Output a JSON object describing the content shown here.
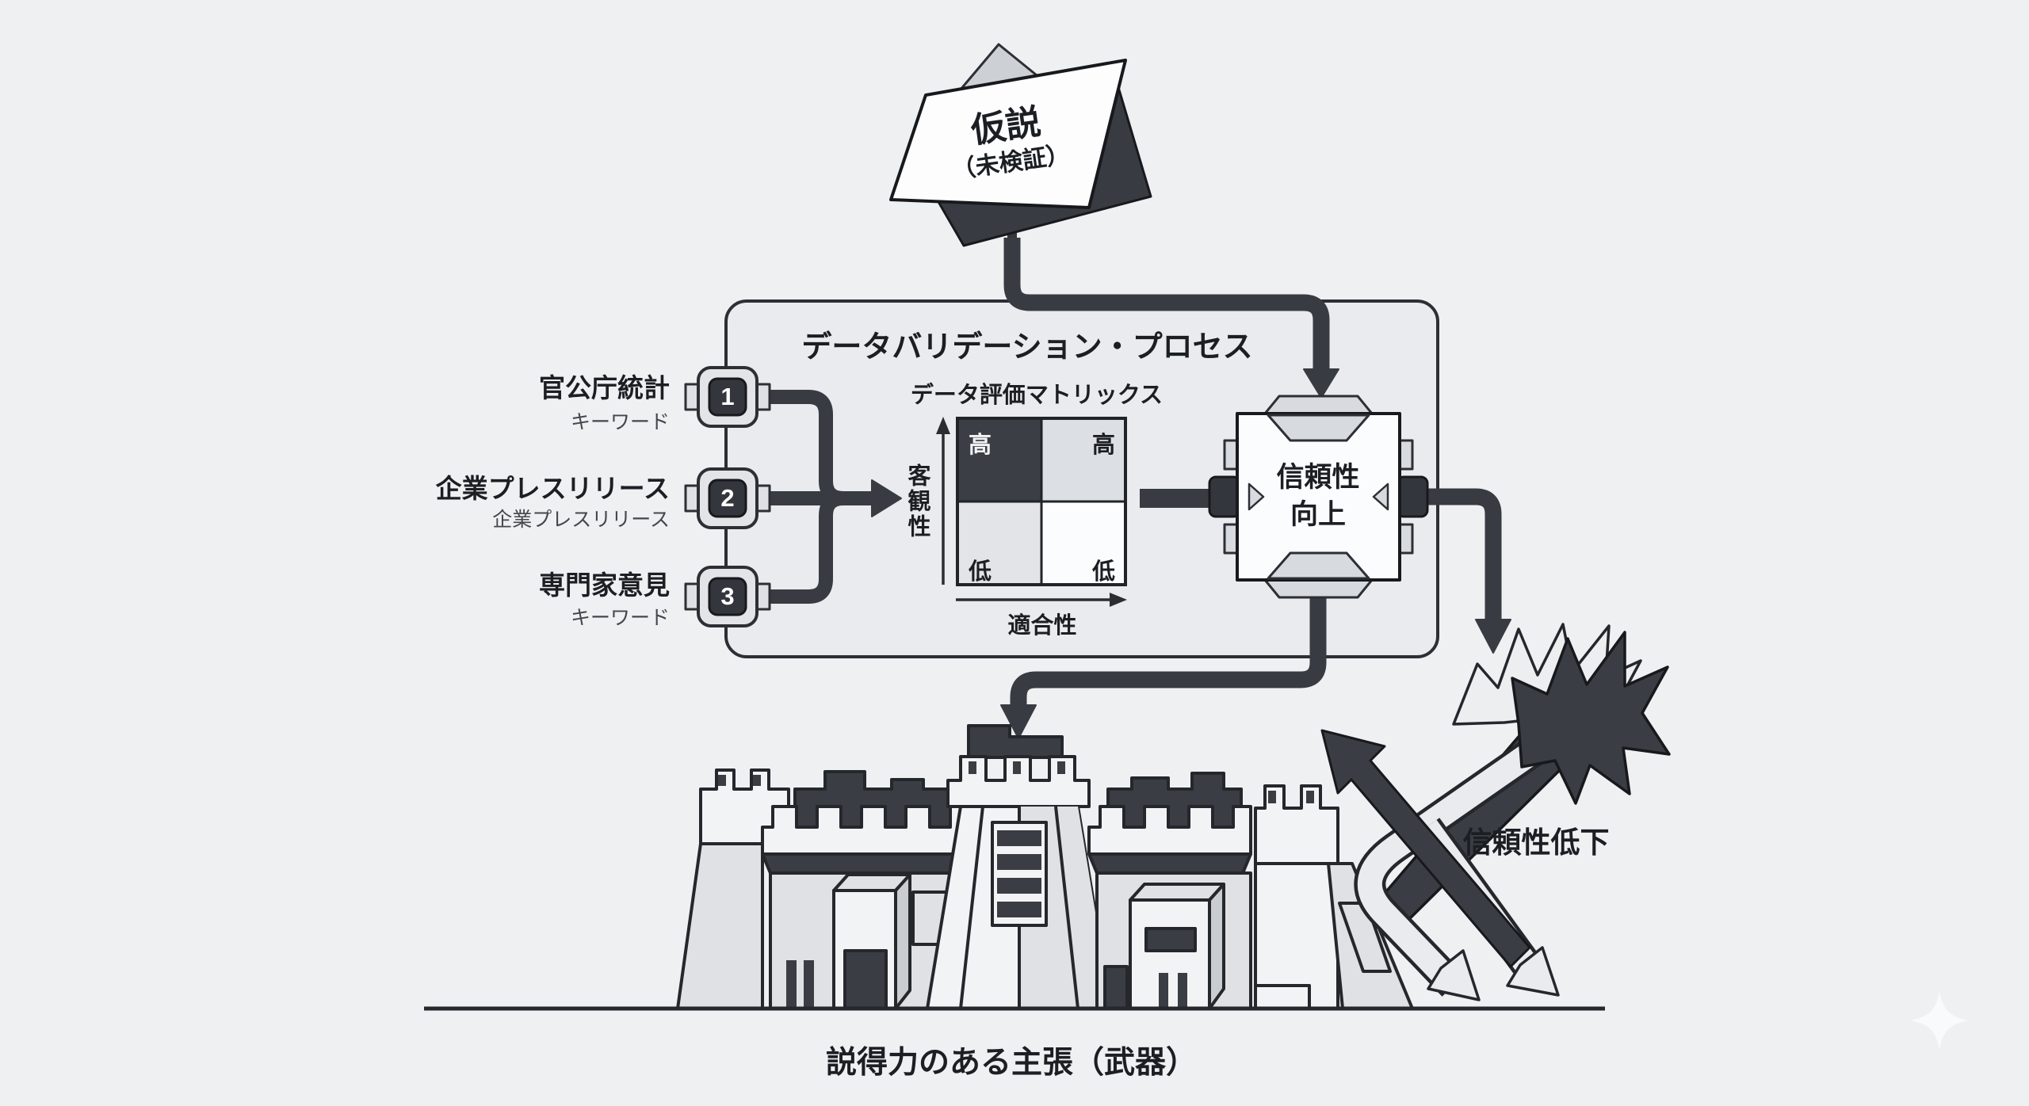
{
  "hypothesis": {
    "title": "仮説",
    "subtitle": "（未検証）"
  },
  "process": {
    "title": "データバリデーション・プロセス",
    "sources": [
      {
        "number": "1",
        "label": "官公庁統計",
        "sublabel": "キーワード"
      },
      {
        "number": "2",
        "label": "企業プレスリリース",
        "sublabel": "企業プレスリリース"
      },
      {
        "number": "3",
        "label": "専門家意見",
        "sublabel": "キーワード"
      }
    ],
    "matrix": {
      "title": "データ評価マトリックス",
      "x_axis": "適合性",
      "y_axis": "客観性",
      "cells": {
        "top_left": "高",
        "top_right": "高",
        "bottom_left": "低",
        "bottom_right": "低"
      }
    },
    "result": {
      "line1": "信頼性",
      "line2": "向上"
    }
  },
  "outcomes": {
    "fortress_caption": "説得力のある主張（武器）",
    "decline_label": "信頼性低下"
  },
  "icons": {
    "hypothesis_card": "tilted-card-icon",
    "result_component": "module-block-icon",
    "fortress": "fortress-icon",
    "mace": "jagged-mace-icon",
    "deflected": "deflected-arrows-icon",
    "watermark": "diamond-sparkle-icon"
  },
  "colors": {
    "background": "#eef0f2",
    "panel": "#e9ebee",
    "ink": "#24272b",
    "dark_fill": "#3a3e44",
    "cell_dark": "#3b3f45",
    "cell_light": "#dcdfe3",
    "cell_white": "#fbfcfd"
  }
}
